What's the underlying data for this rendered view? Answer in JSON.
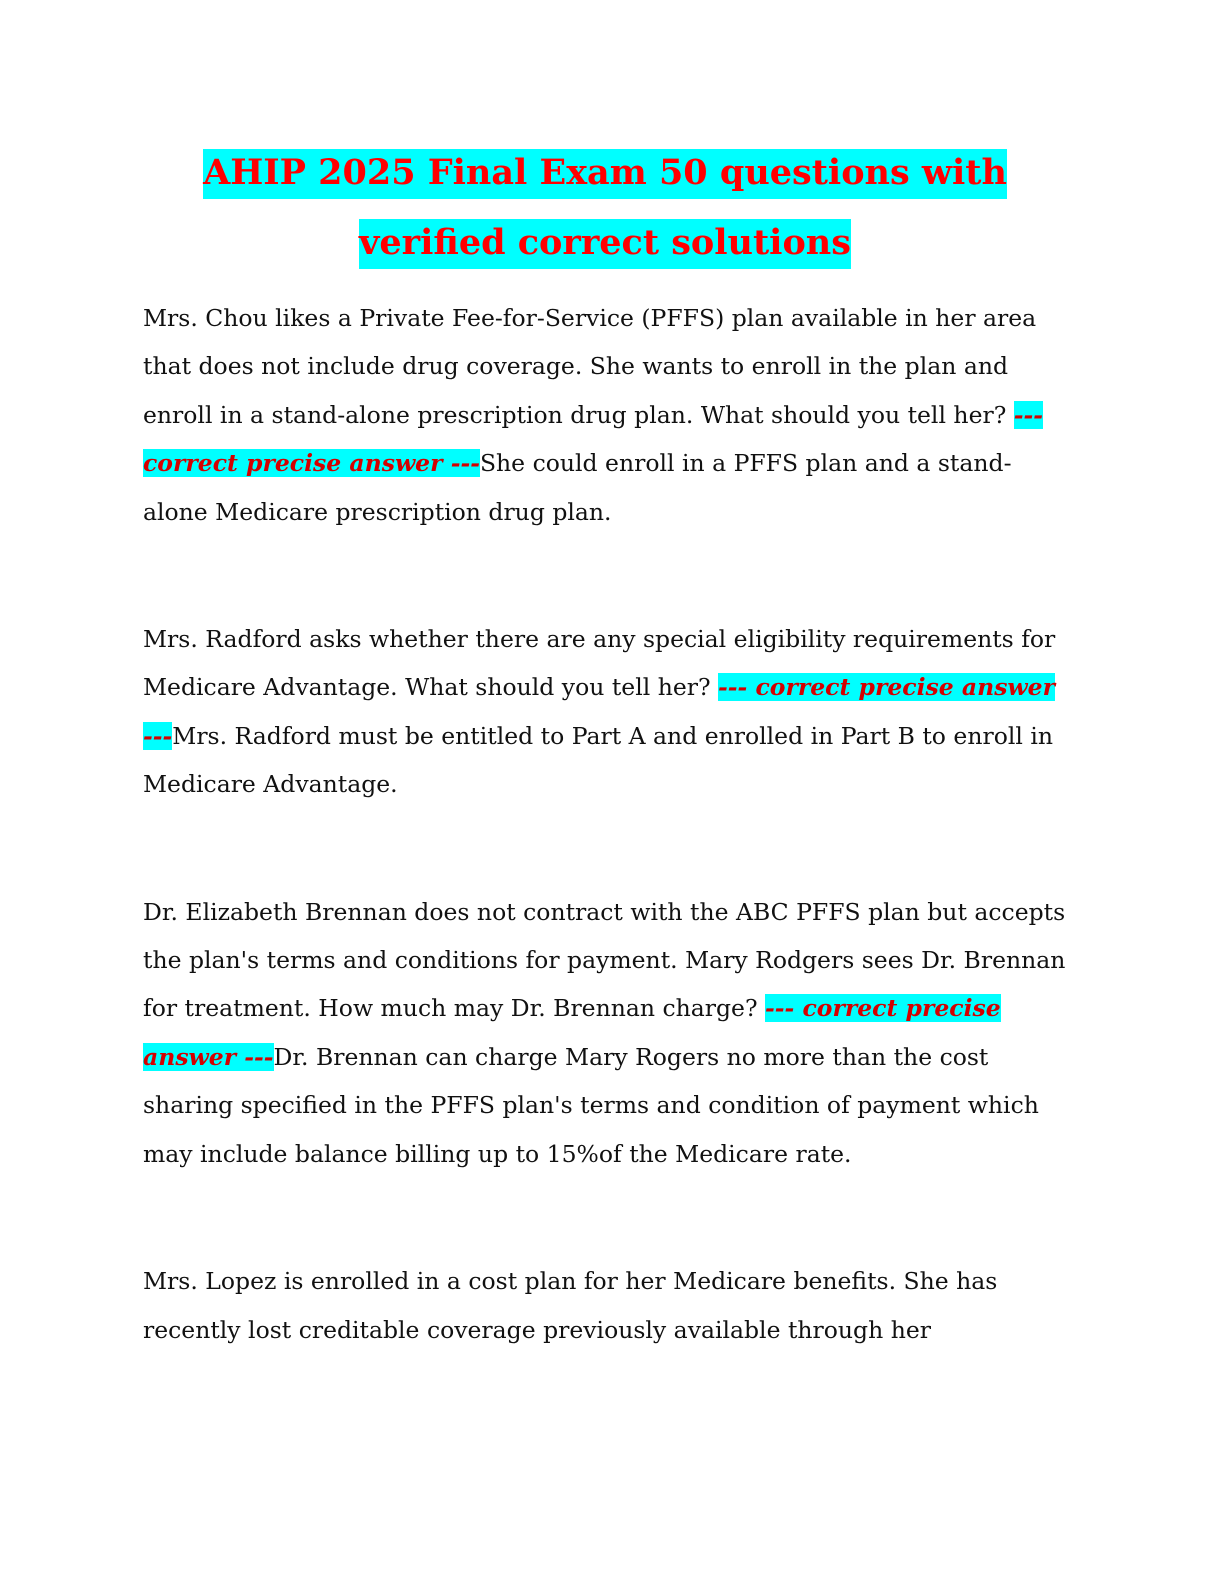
{
  "document": {
    "title_line1": "AHIP 2025 Final Exam 50 questions with",
    "title_line2": "verified correct solutions",
    "answer_tag_label": "--- correct precise answer ---",
    "items": [
      {
        "question": "Mrs. Chou likes a Private Fee-for-Service (PFFS) plan available in her area that does not include drug coverage. She wants to enroll in the plan and enroll in a stand-alone prescription drug plan. What should you tell her? ",
        "answer": "She could enroll in a PFFS plan and a stand-alone Medicare prescription drug plan."
      },
      {
        "question": "Mrs. Radford asks whether there are any special eligibility requirements for Medicare Advantage. What should you tell her? ",
        "answer": "Mrs. Radford must be entitled to Part A and enrolled in Part B to enroll in Medicare Advantage."
      },
      {
        "question": "Dr. Elizabeth Brennan does not contract with the ABC PFFS plan but accepts the plan's terms and conditions for payment. Mary Rodgers sees Dr. Brennan for treatment. How much may Dr. Brennan charge? ",
        "answer": "Dr. Brennan can charge Mary Rogers no more than the cost sharing specified in the PFFS plan's terms and condition of payment which may include balance billing up to 15%of the Medicare rate."
      },
      {
        "question": "Mrs. Lopez is enrolled in a cost plan for her Medicare benefits. She has recently lost creditable coverage previously available through her",
        "answer": ""
      }
    ]
  },
  "colors": {
    "highlight": "#00ffff",
    "title_text": "#ff0000",
    "answer_tag_text": "#d40000",
    "body_text": "#111111"
  }
}
